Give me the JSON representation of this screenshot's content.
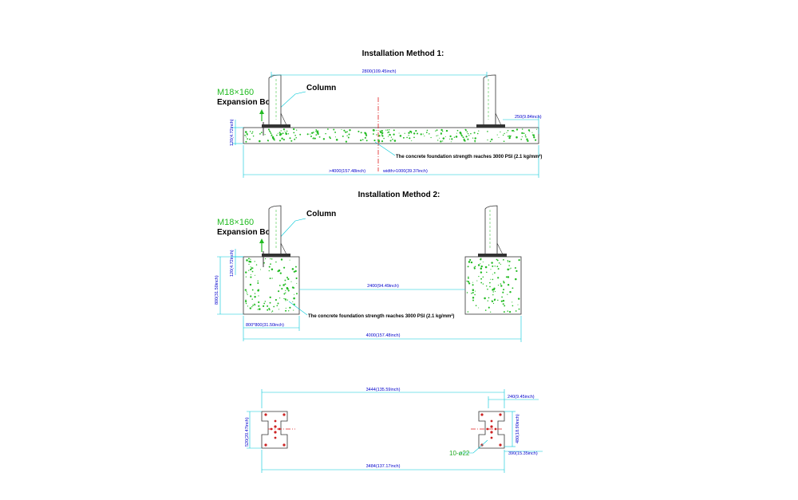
{
  "method1": {
    "title": "Installation Method 1:",
    "bolt_size": "M18×160",
    "bolt_label": "Expansion Bolt",
    "column_label": "Column",
    "dim_span": "2800(109.45inch)",
    "dim_side": "250(9.84inch)",
    "dim_depth": "120(4.72inch)",
    "dim_length": ">4000(157.48inch)",
    "dim_width": "width>1000(39.37inch)",
    "note": "The concrete foundation strength reaches 3000 PSI (2.1 kg/mm²)"
  },
  "method2": {
    "title": "Installation Method 2:",
    "bolt_size": "M18×160",
    "bolt_label": "Expansion Bolt",
    "column_label": "Column",
    "dim_depth": "120(4.72inch)",
    "dim_height": "800(31.50inch)",
    "dim_block": "800*800(31.50inch)",
    "dim_gap": "2400(94.49inch)",
    "dim_total": "4000(157.48inch)",
    "note": "The concrete foundation strength reaches 3000 PSI (2.1 kg/mm²)"
  },
  "plan": {
    "dim_top": "3444(135.59inch)",
    "dim_top_right": "240(9.45inch)",
    "dim_left": "520(20.47inch)",
    "dim_right": "480(18.90inch)",
    "dim_bottom_right": "390(15.35inch)",
    "dim_bottom": "3484(137.17inch)",
    "holes": "10-ø22"
  },
  "colors": {
    "dimension_line": "#00c8d8",
    "dimension_text": "#0000cc",
    "concrete_speckle": "#22bb22",
    "centerline": "#e02020",
    "outline": "#333333"
  }
}
